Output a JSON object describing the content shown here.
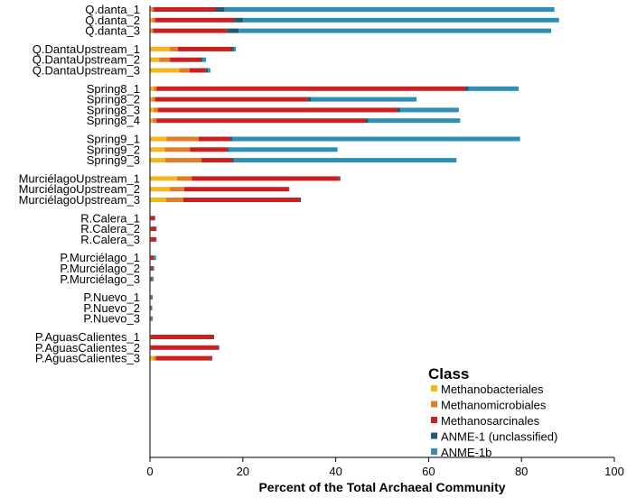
{
  "chart_data": {
    "type": "bar",
    "orientation": "horizontal",
    "stacked": true,
    "xlabel": "Percent of the Total Archaeal Community",
    "ylabel": "",
    "xlim": [
      0,
      100
    ],
    "xticks": [
      0,
      20,
      40,
      60,
      80,
      100
    ],
    "grid": false,
    "legend": {
      "title": "Class",
      "placement": "bottom-right"
    },
    "categories": [
      "Q.danta_1",
      "Q.danta_2",
      "Q.danta_3",
      "Q.DantaUpstream_1",
      "Q.DantaUpstream_2",
      "Q.DantaUpstream_3",
      "Spring8_1",
      "Spring8_2",
      "Spring8_3",
      "Spring8_4",
      "Spring9_1",
      "Spring9_2",
      "Spring9_3",
      "MurciélagoUpstream_1",
      "MurciélagoUpstream_2",
      "MurciélagoUpstream_3",
      "R.Calera_1",
      "R.Calera_2",
      "R.Calera_3",
      "P.Murciélago_1",
      "P.Murciélago_2",
      "P.Murciélago_3",
      "P.Nuevo_1",
      "P.Nuevo_2",
      "P.Nuevo_3",
      "P.AguasCalientes_1",
      "P.AguasCalientes_2",
      "P.AguasCalientes_3"
    ],
    "groups": [
      [
        0,
        1,
        2
      ],
      [
        3,
        4,
        5
      ],
      [
        6,
        7,
        8,
        9
      ],
      [
        10,
        11,
        12
      ],
      [
        13,
        14,
        15
      ],
      [
        16,
        17,
        18
      ],
      [
        19,
        20,
        21
      ],
      [
        22,
        23,
        24
      ],
      [
        25,
        26,
        27
      ]
    ],
    "series": [
      {
        "name": "Methanobacteriales",
        "color": "#f5b51b",
        "values": [
          0.3,
          0.5,
          0.3,
          4.3,
          2.0,
          6.3,
          0.8,
          0.5,
          0.8,
          0.6,
          3.6,
          3.2,
          3.3,
          5.8,
          4.3,
          3.5,
          0.1,
          0.1,
          0.1,
          0.1,
          0.1,
          0.1,
          0.1,
          0.1,
          0.1,
          0.1,
          0.1,
          0.8
        ]
      },
      {
        "name": "Methanomicrobiales",
        "color": "#e07d26",
        "values": [
          0.5,
          0.6,
          0.4,
          1.7,
          2.3,
          2.2,
          0.6,
          0.6,
          0.9,
          0.8,
          6.9,
          5.4,
          7.8,
          3.2,
          3.1,
          3.7,
          0.1,
          0.1,
          0.1,
          0.1,
          0.1,
          0.1,
          0.1,
          0.1,
          0.1,
          0.1,
          0.1,
          0.5
        ]
      },
      {
        "name": "Methanosarcinales",
        "color": "#cc1f1f",
        "values": [
          13.3,
          17.0,
          15.9,
          11.5,
          6.7,
          3.5,
          66.5,
          32.8,
          51.6,
          45.0,
          6.7,
          8.0,
          6.6,
          31.7,
          22.5,
          25.0,
          0.8,
          1.1,
          1.1,
          0.6,
          0.4,
          0.1,
          0.1,
          0.1,
          0.1,
          13.5,
          14.5,
          12.0
        ]
      },
      {
        "name": "ANME-1 (unclassified)",
        "color": "#1f5a70",
        "values": [
          2.0,
          2.0,
          2.5,
          0.5,
          0.3,
          0.5,
          0.7,
          0.8,
          0.6,
          0.6,
          0.5,
          0.4,
          0.3,
          0.3,
          0.1,
          0.3,
          0.1,
          0.1,
          0.1,
          0.1,
          0.1,
          0.1,
          0.0,
          0.0,
          0.0,
          0.1,
          0.2,
          0.1
        ]
      },
      {
        "name": "ANME-1b",
        "color": "#2e8fb5",
        "values": [
          71.0,
          68.0,
          67.3,
          0.5,
          0.8,
          0.5,
          10.8,
          22.7,
          12.6,
          19.8,
          62.0,
          23.4,
          48.0,
          0.0,
          0.0,
          0.0,
          0.0,
          0.0,
          0.0,
          0.4,
          0.2,
          0.4,
          0.3,
          0.2,
          0.3,
          0.0,
          0.0,
          0.0
        ]
      }
    ]
  }
}
